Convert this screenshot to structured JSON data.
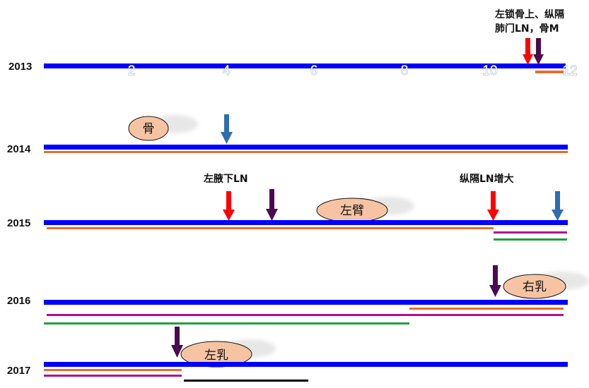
{
  "axis": {
    "ticks": [
      "2",
      "4",
      "6",
      "8",
      "10",
      "12"
    ]
  },
  "years": [
    "2013",
    "2014",
    "2015",
    "2016",
    "2017"
  ],
  "annotations": {
    "a2013_line1": "左锁骨上、纵隔",
    "a2013_line2": "肺门LN，骨M",
    "a2015_left": "左腋下LN",
    "a2015_right": "纵隔LN增大"
  },
  "sites": {
    "y2014": "骨",
    "y2015": "左臂",
    "y2016": "右乳",
    "y2017": "左乳"
  },
  "colors": {
    "timeline": "#0000ff",
    "orange": "#e07030",
    "magenta": "#b0108a",
    "green": "#20a040",
    "black": "#000000",
    "red_arrow": "#ff0000",
    "purple_arrow": "#4b0a50",
    "blue_arrow": "#2e6db0",
    "site_oval": "#f7c4a3"
  },
  "icons": {
    "red_arrow": "down-arrow-red",
    "purple_arrow": "down-arrow-purple",
    "blue_arrow": "down-arrow-blue"
  }
}
